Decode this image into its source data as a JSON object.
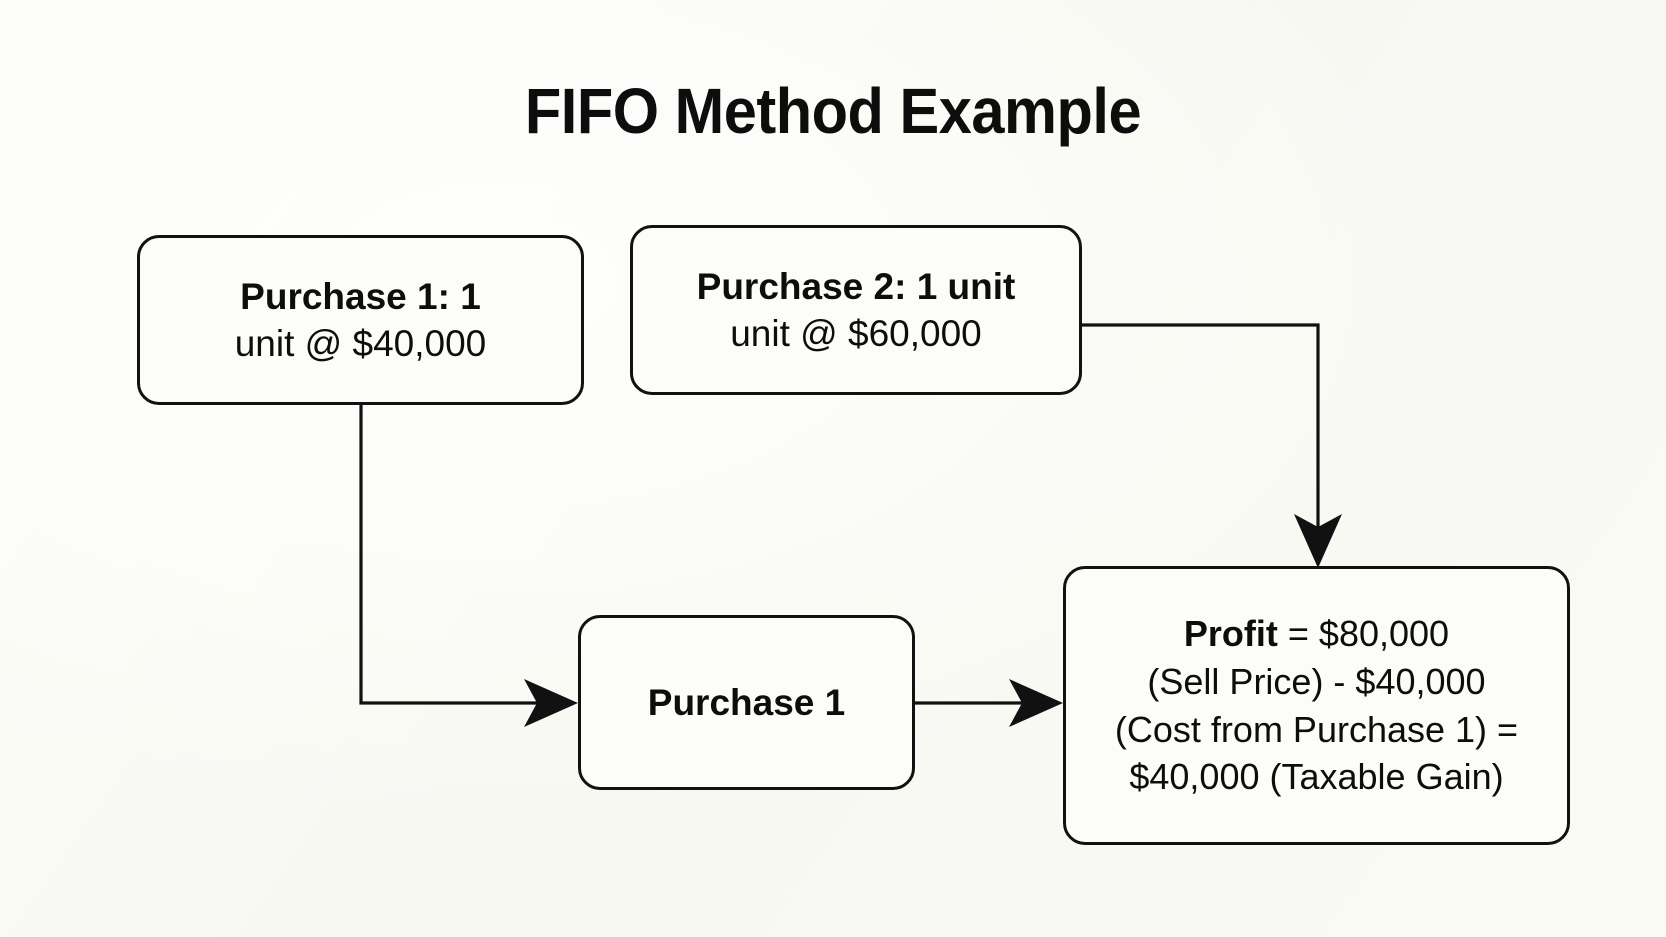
{
  "title": "FIFO Method Example",
  "theme": {
    "background": "#fbfbf6",
    "node_fill": "#fcfcf8",
    "stroke": "#111111",
    "text": "#0d0d0d"
  },
  "nodes": {
    "purchase_1": {
      "line1_strong": "Purchase 1: 1",
      "line2": "unit @ $40,000"
    },
    "purchase_2": {
      "line1_strong": "Purchase 2: 1 unit",
      "line2": "unit @ $60,000"
    },
    "sell_unit": {
      "label_strong": "Purchase 1"
    },
    "profit": {
      "line1_strong": "Profit",
      "line1_rest": " = $80,000",
      "line2": "(Sell Price) - $40,000",
      "line3": "(Cost from Purchase 1) =",
      "line4": "$40,000 (Taxable Gain)"
    }
  },
  "edges": [
    {
      "name": "purchase-1-to-sell-unit",
      "from": "purchase_1",
      "to": "sell_unit",
      "style": "elbow-down-right",
      "arrow": "right"
    },
    {
      "name": "purchase-2-to-profit",
      "from": "purchase_2",
      "to": "profit",
      "style": "elbow-right-down",
      "arrow": "down"
    },
    {
      "name": "sell-unit-to-profit",
      "from": "sell_unit",
      "to": "profit",
      "style": "straight-right",
      "arrow": "right"
    }
  ]
}
